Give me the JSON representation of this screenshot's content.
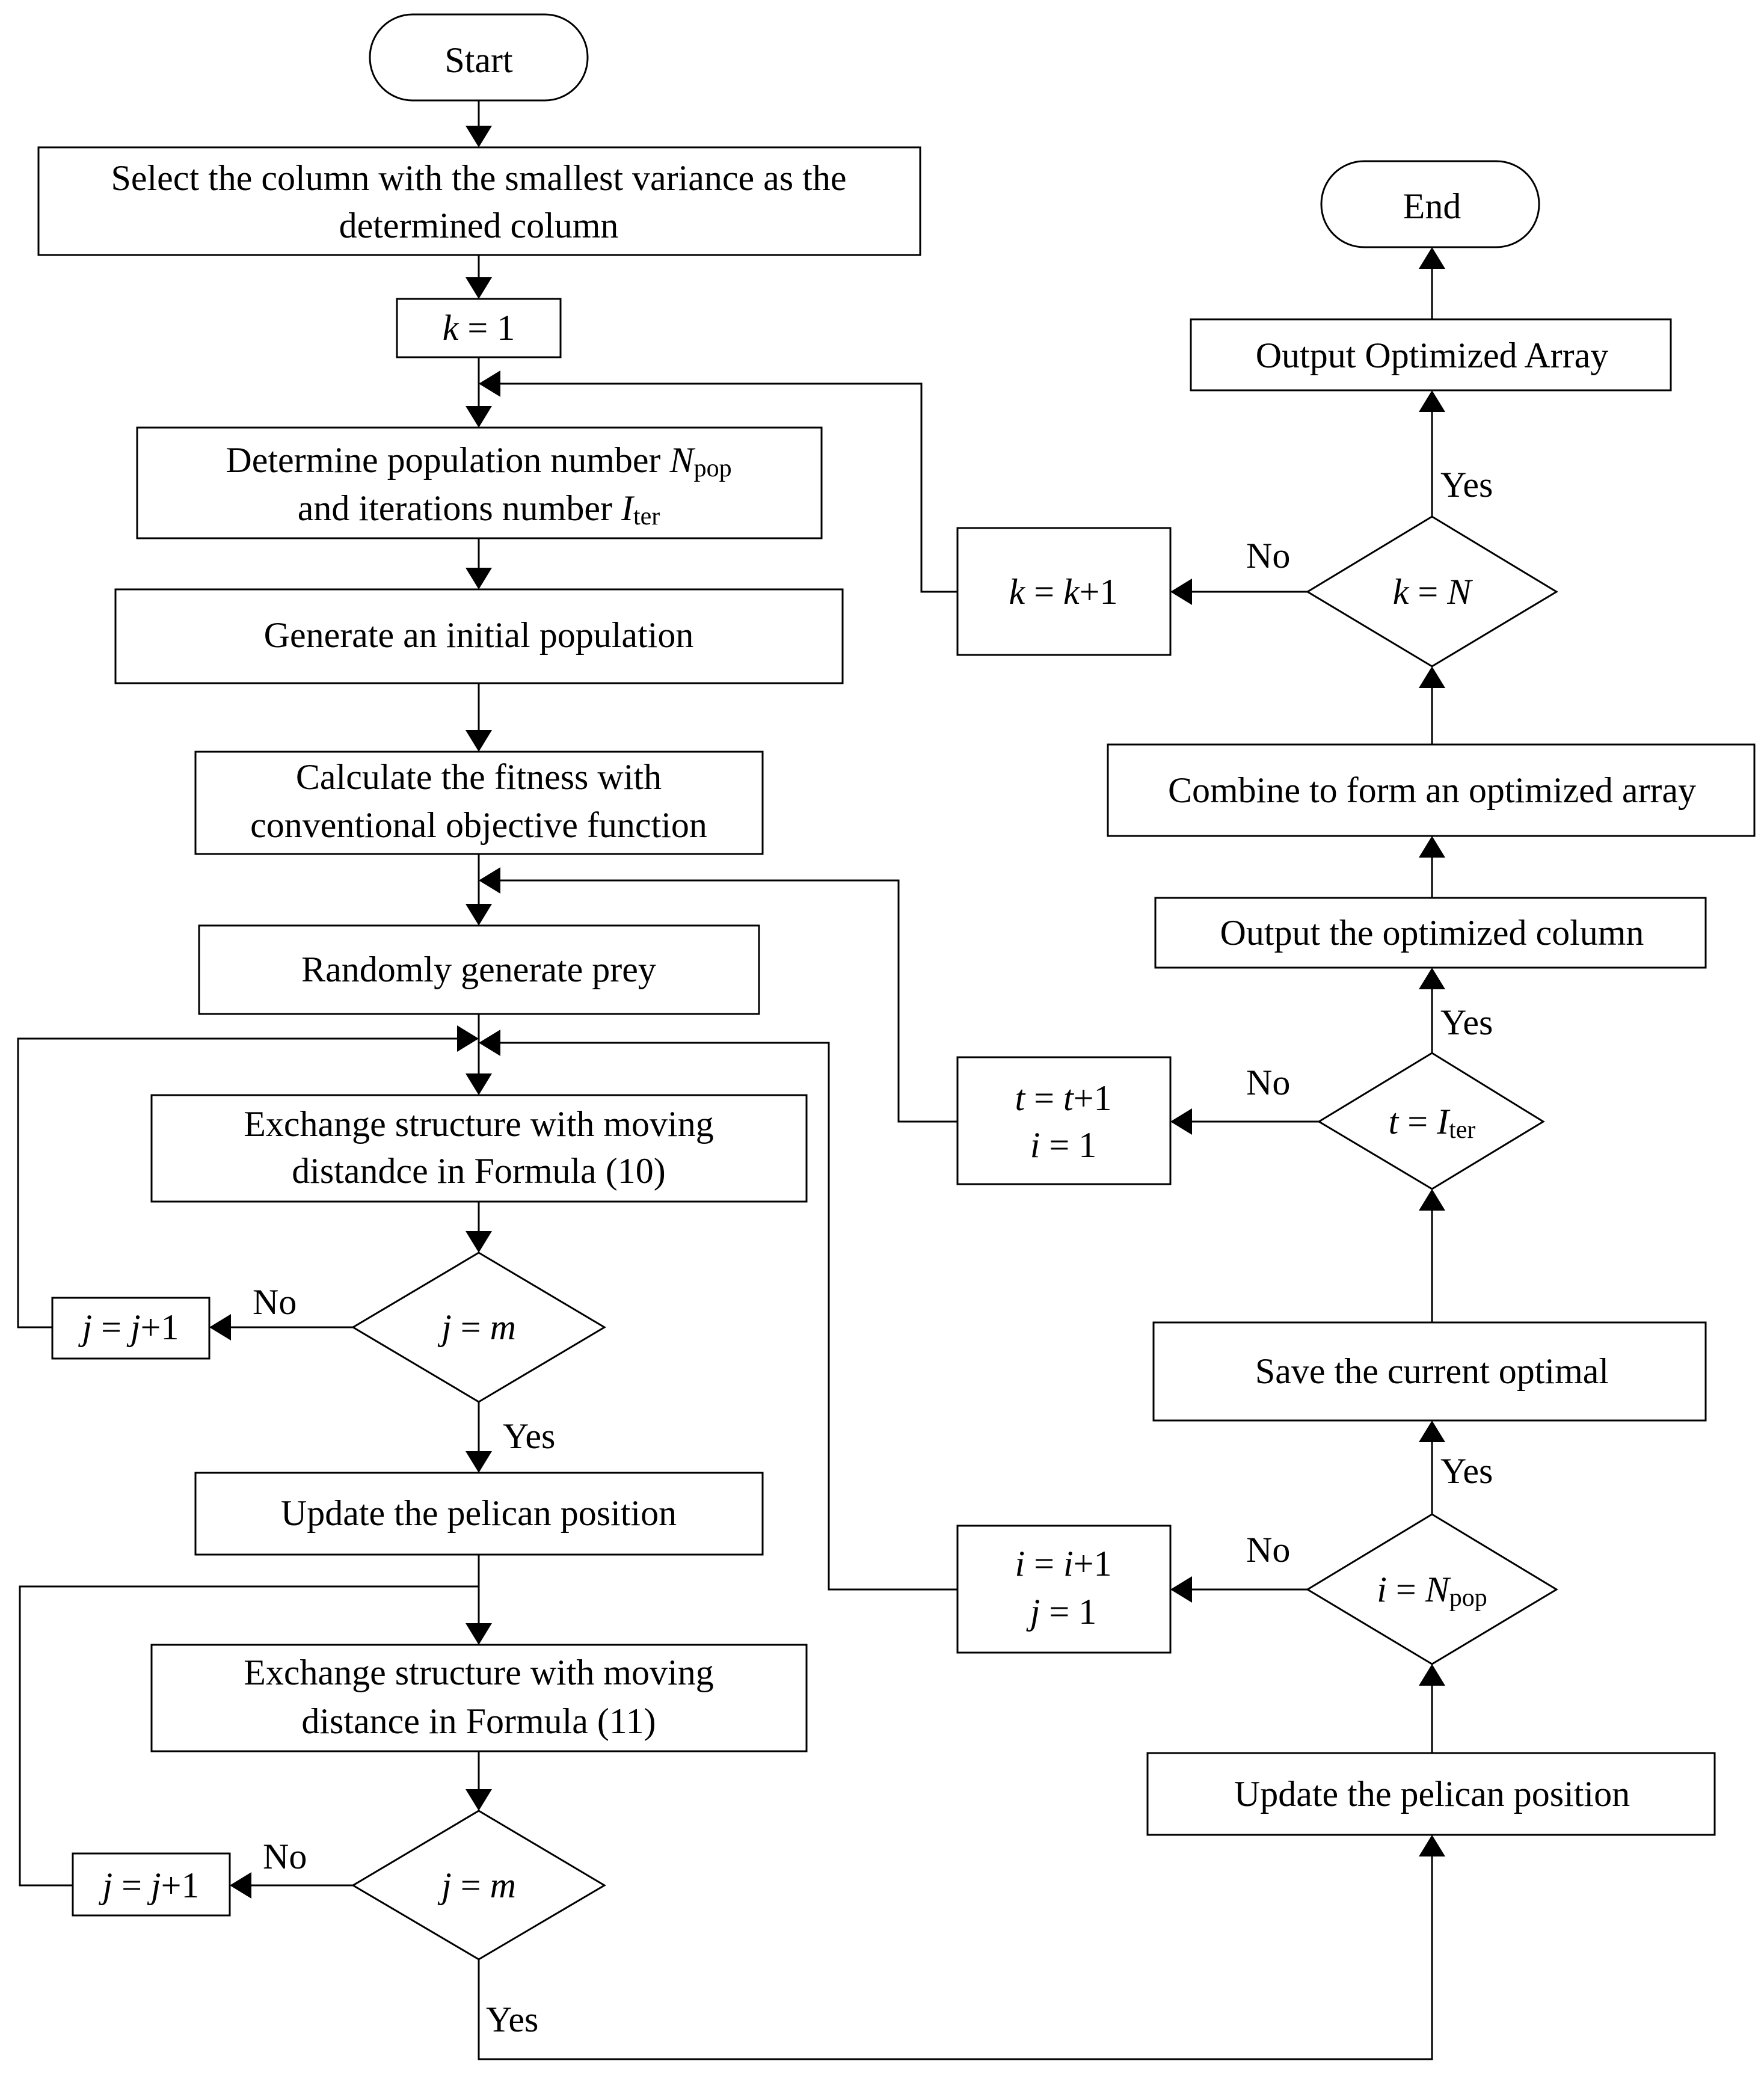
{
  "nodes": {
    "start": "Start",
    "select_line1": "Select the column with the smallest variance as the",
    "select_line2": "determined column",
    "k1_var": "k",
    "k1_rest": " = 1",
    "determine_line1": "Determine population number ",
    "determine_var1": "N",
    "determine_sub1": "pop",
    "determine_line2": "and iterations number  ",
    "determine_var2": "I",
    "determine_sub2": "ter",
    "generate": "Generate an initial population",
    "calc_line1": "Calculate the fitness with",
    "calc_line2": "conventional objective function",
    "prey": "Randomly generate prey",
    "exchange10_line1": "Exchange structure with moving",
    "exchange10_line2": "distandce in Formula (10)",
    "cond_jm1_j": "j",
    "cond_jm1_eq": " = ",
    "cond_jm1_m": "m",
    "inc_j1_a": "j",
    "inc_j1_b": " = ",
    "inc_j1_c": "j",
    "inc_j1_d": "+1",
    "update1": "Update the pelican position",
    "exchange11_line1": "Exchange structure with moving",
    "exchange11_line2": "distance in Formula (11)",
    "cond_jm2_j": "j",
    "cond_jm2_eq": " = ",
    "cond_jm2_m": "m",
    "inc_j2_a": "j",
    "inc_j2_b": " = ",
    "inc_j2_c": "j",
    "inc_j2_d": "+1",
    "update2": "Update the pelican position",
    "cond_inpop_i": "i",
    "cond_inpop_eq": " = ",
    "cond_inpop_N": "N",
    "cond_inpop_sub": "pop",
    "inc_i_a": "i",
    "inc_i_b": " = ",
    "inc_i_c": "i",
    "inc_i_d": "+1",
    "inc_i_j": "j",
    "inc_i_j_rest": " = 1",
    "save": "Save the current optimal",
    "cond_titer_t": "t",
    "cond_titer_eq": " = ",
    "cond_titer_I": "I",
    "cond_titer_sub": "ter",
    "inc_t_a": "t",
    "inc_t_b": " = ",
    "inc_t_c": "t",
    "inc_t_d": "+1",
    "inc_t_i": "i",
    "inc_t_i_rest": " = 1",
    "output_col": "Output the  optimized column",
    "combine": "Combine to form an optimized array",
    "cond_kN_k": "k",
    "cond_kN_eq": " = ",
    "cond_kN_N": "N",
    "inc_k_a": "k",
    "inc_k_b": " = ",
    "inc_k_c": "k",
    "inc_k_d": "+1",
    "output_array": "Output Optimized Array",
    "end": "End"
  },
  "labels": {
    "no": "No",
    "yes": "Yes"
  }
}
